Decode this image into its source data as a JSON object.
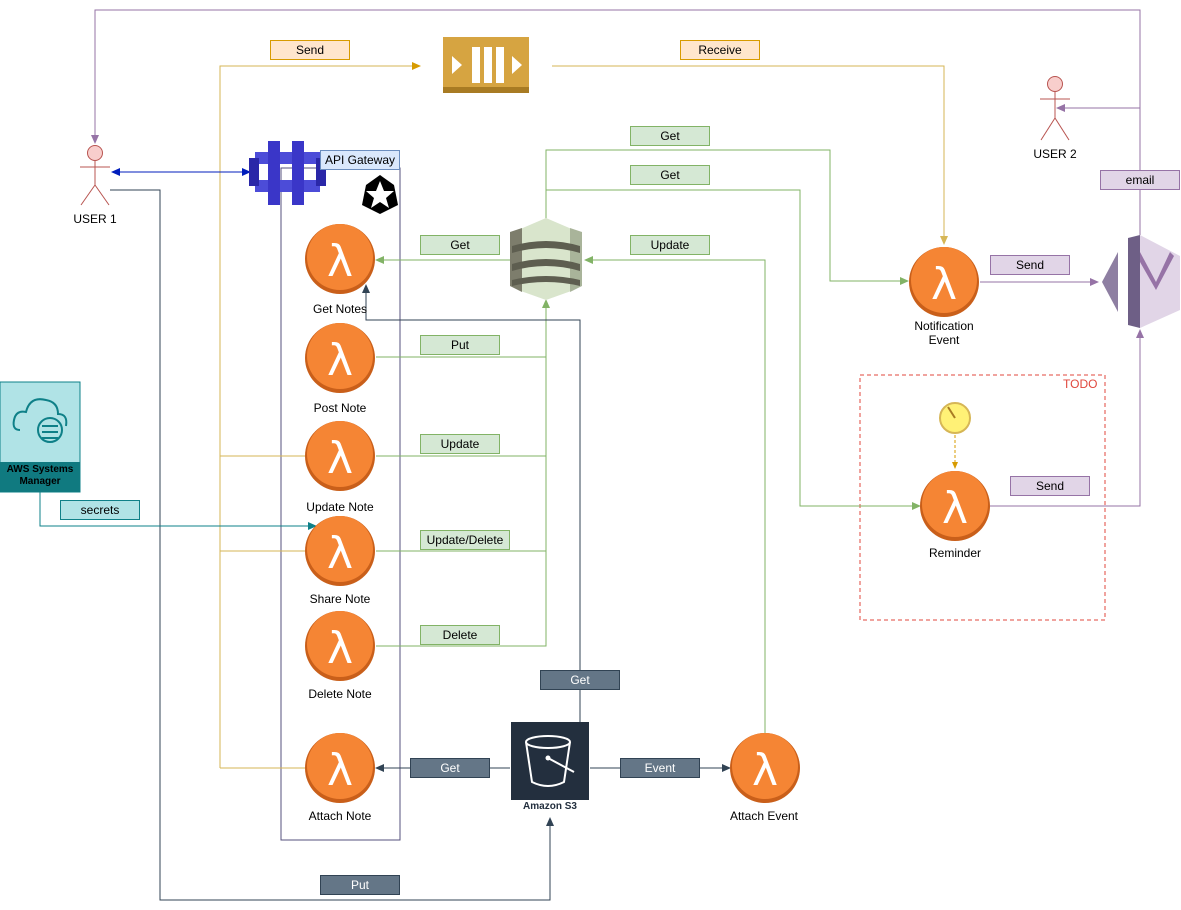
{
  "actors": {
    "user1": "USER 1",
    "user2": "USER 2"
  },
  "services": {
    "api_gateway": "API Gateway",
    "ssm": "AWS Systems Manager",
    "s3": "Amazon S3"
  },
  "lambdas": {
    "get_notes": "Get Notes",
    "post_note": "Post Note",
    "update_note": "Update Note",
    "share_note": "Share Note",
    "delete_note": "Delete Note",
    "attach_note": "Attach Note",
    "notification_event": "Notification\nEvent",
    "reminder": "Reminder",
    "attach_event": "Attach Event"
  },
  "edge_labels": {
    "send_queue": "Send",
    "receive_queue": "Receive",
    "get_top1": "Get",
    "get_top2": "Get",
    "get_db": "Get",
    "update_db": "Update",
    "put_db": "Put",
    "update_note_db": "Update",
    "update_delete_db": "Update/Delete",
    "delete_db": "Delete",
    "send_ses": "Send",
    "send_reminder": "Send",
    "email": "email",
    "secrets": "secrets",
    "get_s3": "Get",
    "get_attach": "Get",
    "event": "Event",
    "put_s3": "Put"
  },
  "groups": {
    "todo": "TODO"
  },
  "colors": {
    "queue_line": "#d6b656",
    "dynamo_line": "#82b366",
    "ses_line": "#9673a6",
    "s3_line": "#314354",
    "api_line": "#001dbc",
    "lambda_orange": "#f58534",
    "todo_border": "#e0473c"
  }
}
